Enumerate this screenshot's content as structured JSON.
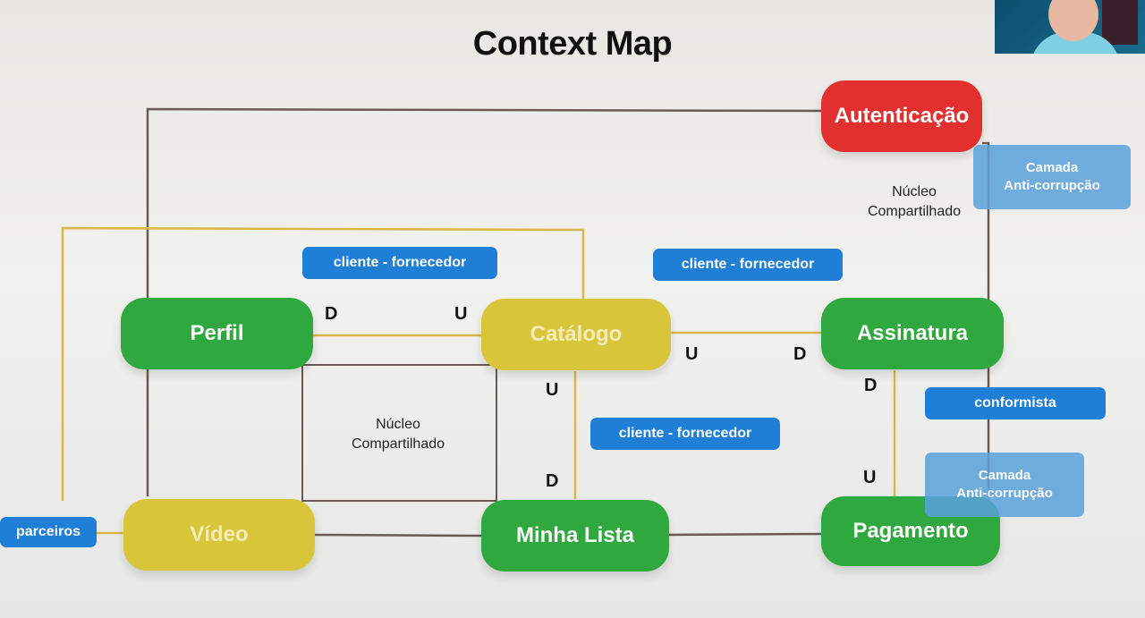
{
  "title": "Context Map",
  "nodes": {
    "autenticacao": "Autenticação",
    "perfil": "Perfil",
    "catalogo": "Catálogo",
    "assinatura": "Assinatura",
    "video": "Vídeo",
    "minha_lista": "Minha Lista",
    "pagamento": "Pagamento"
  },
  "tags": {
    "cliente_fornecedor_1": "cliente - fornecedor",
    "cliente_fornecedor_2": "cliente - fornecedor",
    "cliente_fornecedor_3": "cliente - fornecedor",
    "conformista": "conformista",
    "parceiros": "parceiros",
    "camada_1_line1": "Camada",
    "camada_1_line2": "Anti-corrupção",
    "camada_2_line1": "Camada",
    "camada_2_line2": "Anti-corrupção"
  },
  "notes": {
    "nucleo_1_line1": "Núcleo",
    "nucleo_1_line2": "Compartilhado",
    "nucleo_2_line1": "Núcleo",
    "nucleo_2_line2": "Compartilhado"
  },
  "letters": {
    "perfil_d": "D",
    "catalogo_u": "U",
    "catalogo_u2": "U",
    "assinatura_d": "D",
    "catalogo_down_u": "U",
    "minhalista_d": "D",
    "assinatura_down_d": "D",
    "pagamento_u": "U"
  },
  "colors": {
    "green": "#2fa83f",
    "yellow": "#d8c53a",
    "red": "#e2302f",
    "blue": "#1f7fd6",
    "dark_line": "#6a5a55",
    "yellow_line": "#d9b84a"
  }
}
